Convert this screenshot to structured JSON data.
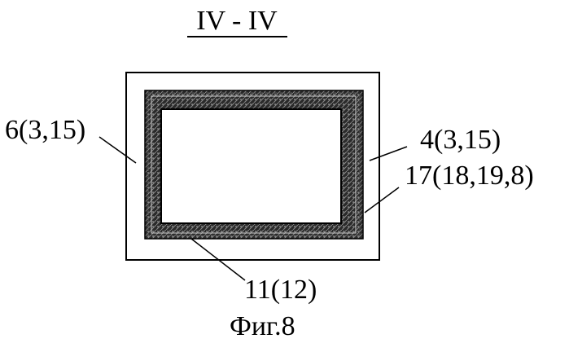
{
  "section_title": "IV - IV",
  "labels": {
    "left_wall": "6(3,15)",
    "right_wall": "4(3,15)",
    "liner": "17(18,19,8)",
    "bottom_layer": "11(12)"
  },
  "caption": "Фиг.8"
}
